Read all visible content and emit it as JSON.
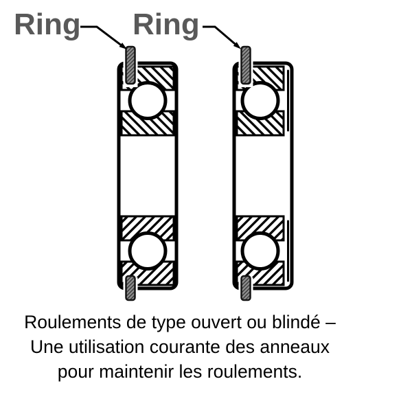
{
  "labels": {
    "ring_left": "Ring",
    "ring_right": "Ring"
  },
  "caption": {
    "line1": "Roulements de type ouvert ou blindé –",
    "line2": "Une utilisation courante des anneaux",
    "line3": "pour maintenir les roulements."
  },
  "figure": {
    "icons": {
      "left": "open-bearing-cross-section-icon",
      "right": "shielded-bearing-cross-section-icon",
      "pointer": "leader-arrow-icon"
    },
    "colors": {
      "background": "#ffffff",
      "line_work": "#000000",
      "ring_label_text": "#595959",
      "snap_ring_fill": "#8f8f8f",
      "snap_ring_hatch": "#2e2e2e"
    }
  }
}
